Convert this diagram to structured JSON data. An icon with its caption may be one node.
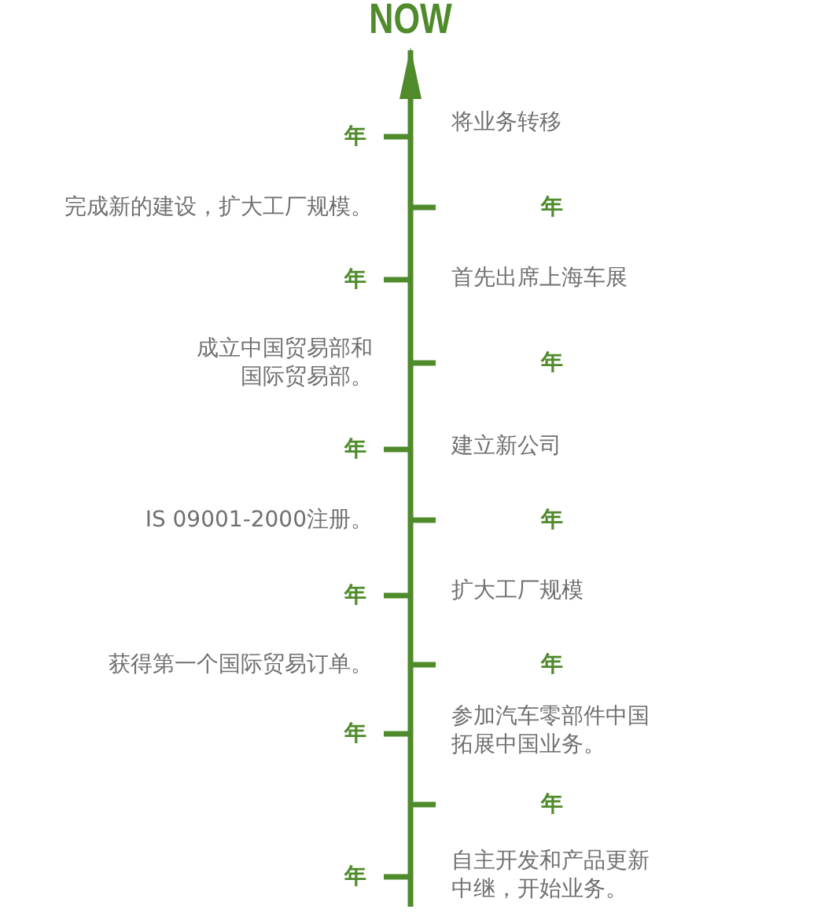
{
  "diagram": {
    "labels": [
      "NOW",
      "年",
      "将业务转移",
      "完成新的建设，扩大工厂规模。",
      "年",
      "年",
      "首先出席上海车展",
      "成立中国贸易部和国际贸易部。",
      "年",
      "年",
      "建立新公司",
      "IS 09001-2000注册。",
      "年",
      "年",
      "扩大工厂规模",
      "获得第一个国际贸易订单。",
      "年",
      "年",
      "参加汽车零部件中国拓展中国业务。",
      "年",
      "年",
      "自主开发和产品更新中继，开始业务。"
    ]
  }
}
